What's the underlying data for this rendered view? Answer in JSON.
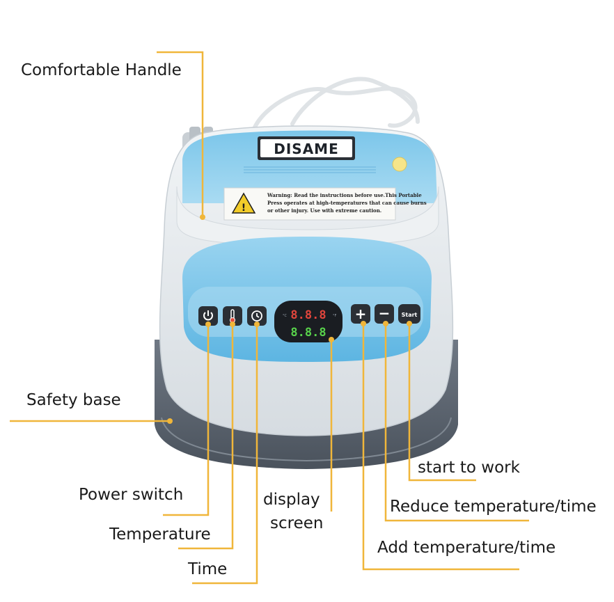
{
  "device": {
    "brand": "DISAME",
    "warning_text_1": "Warning: Read the instructions before use.This Portable",
    "warning_text_2": "Press operates at high-temperatures that can cause burns",
    "warning_text_3": "or other injury. Use with extreme caution.",
    "display_top": "8.8.8",
    "display_bottom": "8.8.8",
    "unit_c": "°C",
    "unit_f": "°F",
    "plus_label": "+",
    "minus_label": "−",
    "start_label": "Start"
  },
  "callouts": {
    "handle": "Comfortable Handle",
    "safety_base": "Safety base",
    "power_switch": "Power switch",
    "temperature": "Temperature",
    "time": "Time",
    "display_line1": "display",
    "display_line2": "screen",
    "start_to_work": "start to work",
    "reduce": "Reduce temperature/time",
    "add": "Add temperature/time"
  },
  "colors": {
    "leader": "#f0b63a",
    "body_white": "#e6eaed",
    "panel_blue": "#79c3e8",
    "base_gray": "#5d6672"
  }
}
